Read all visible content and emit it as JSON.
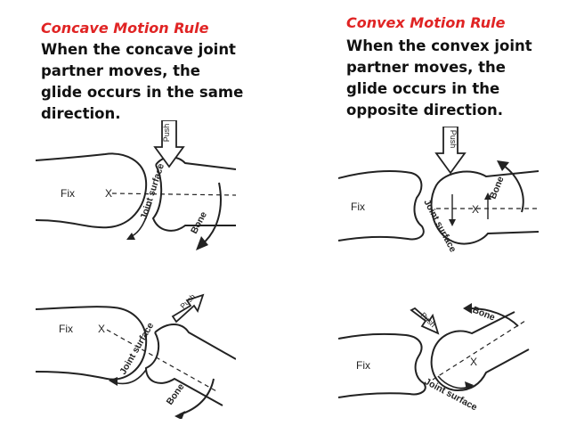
{
  "concave": {
    "title": "Concave Motion Rule",
    "lines": [
      "When the concave joint",
      "partner moves, the",
      "glide occurs in the same",
      "direction."
    ],
    "figure_top": {
      "push": "Push",
      "fix": "Fix",
      "x": "X",
      "joint_surface": "Joint surface",
      "bone": "Bone"
    },
    "figure_bottom": {
      "push": "Push",
      "fix": "Fix",
      "x": "X",
      "joint_surface": "Joint surface",
      "bone": "Bone"
    }
  },
  "convex": {
    "title": "Convex Motion Rule",
    "lines": [
      "When the convex joint",
      "partner moves, the",
      "glide occurs in the",
      "opposite direction."
    ],
    "figure_top": {
      "push": "Push",
      "fix": "Fix",
      "x": "X",
      "joint_surface": "Joint surface",
      "bone": "Bone"
    },
    "figure_bottom": {
      "push": "Push",
      "fix": "Fix",
      "x": "X",
      "joint_surface": "Joint surface",
      "bone": "Bone"
    }
  },
  "colors": {
    "title": "#e02424",
    "text": "#111111",
    "line": "#222222"
  }
}
